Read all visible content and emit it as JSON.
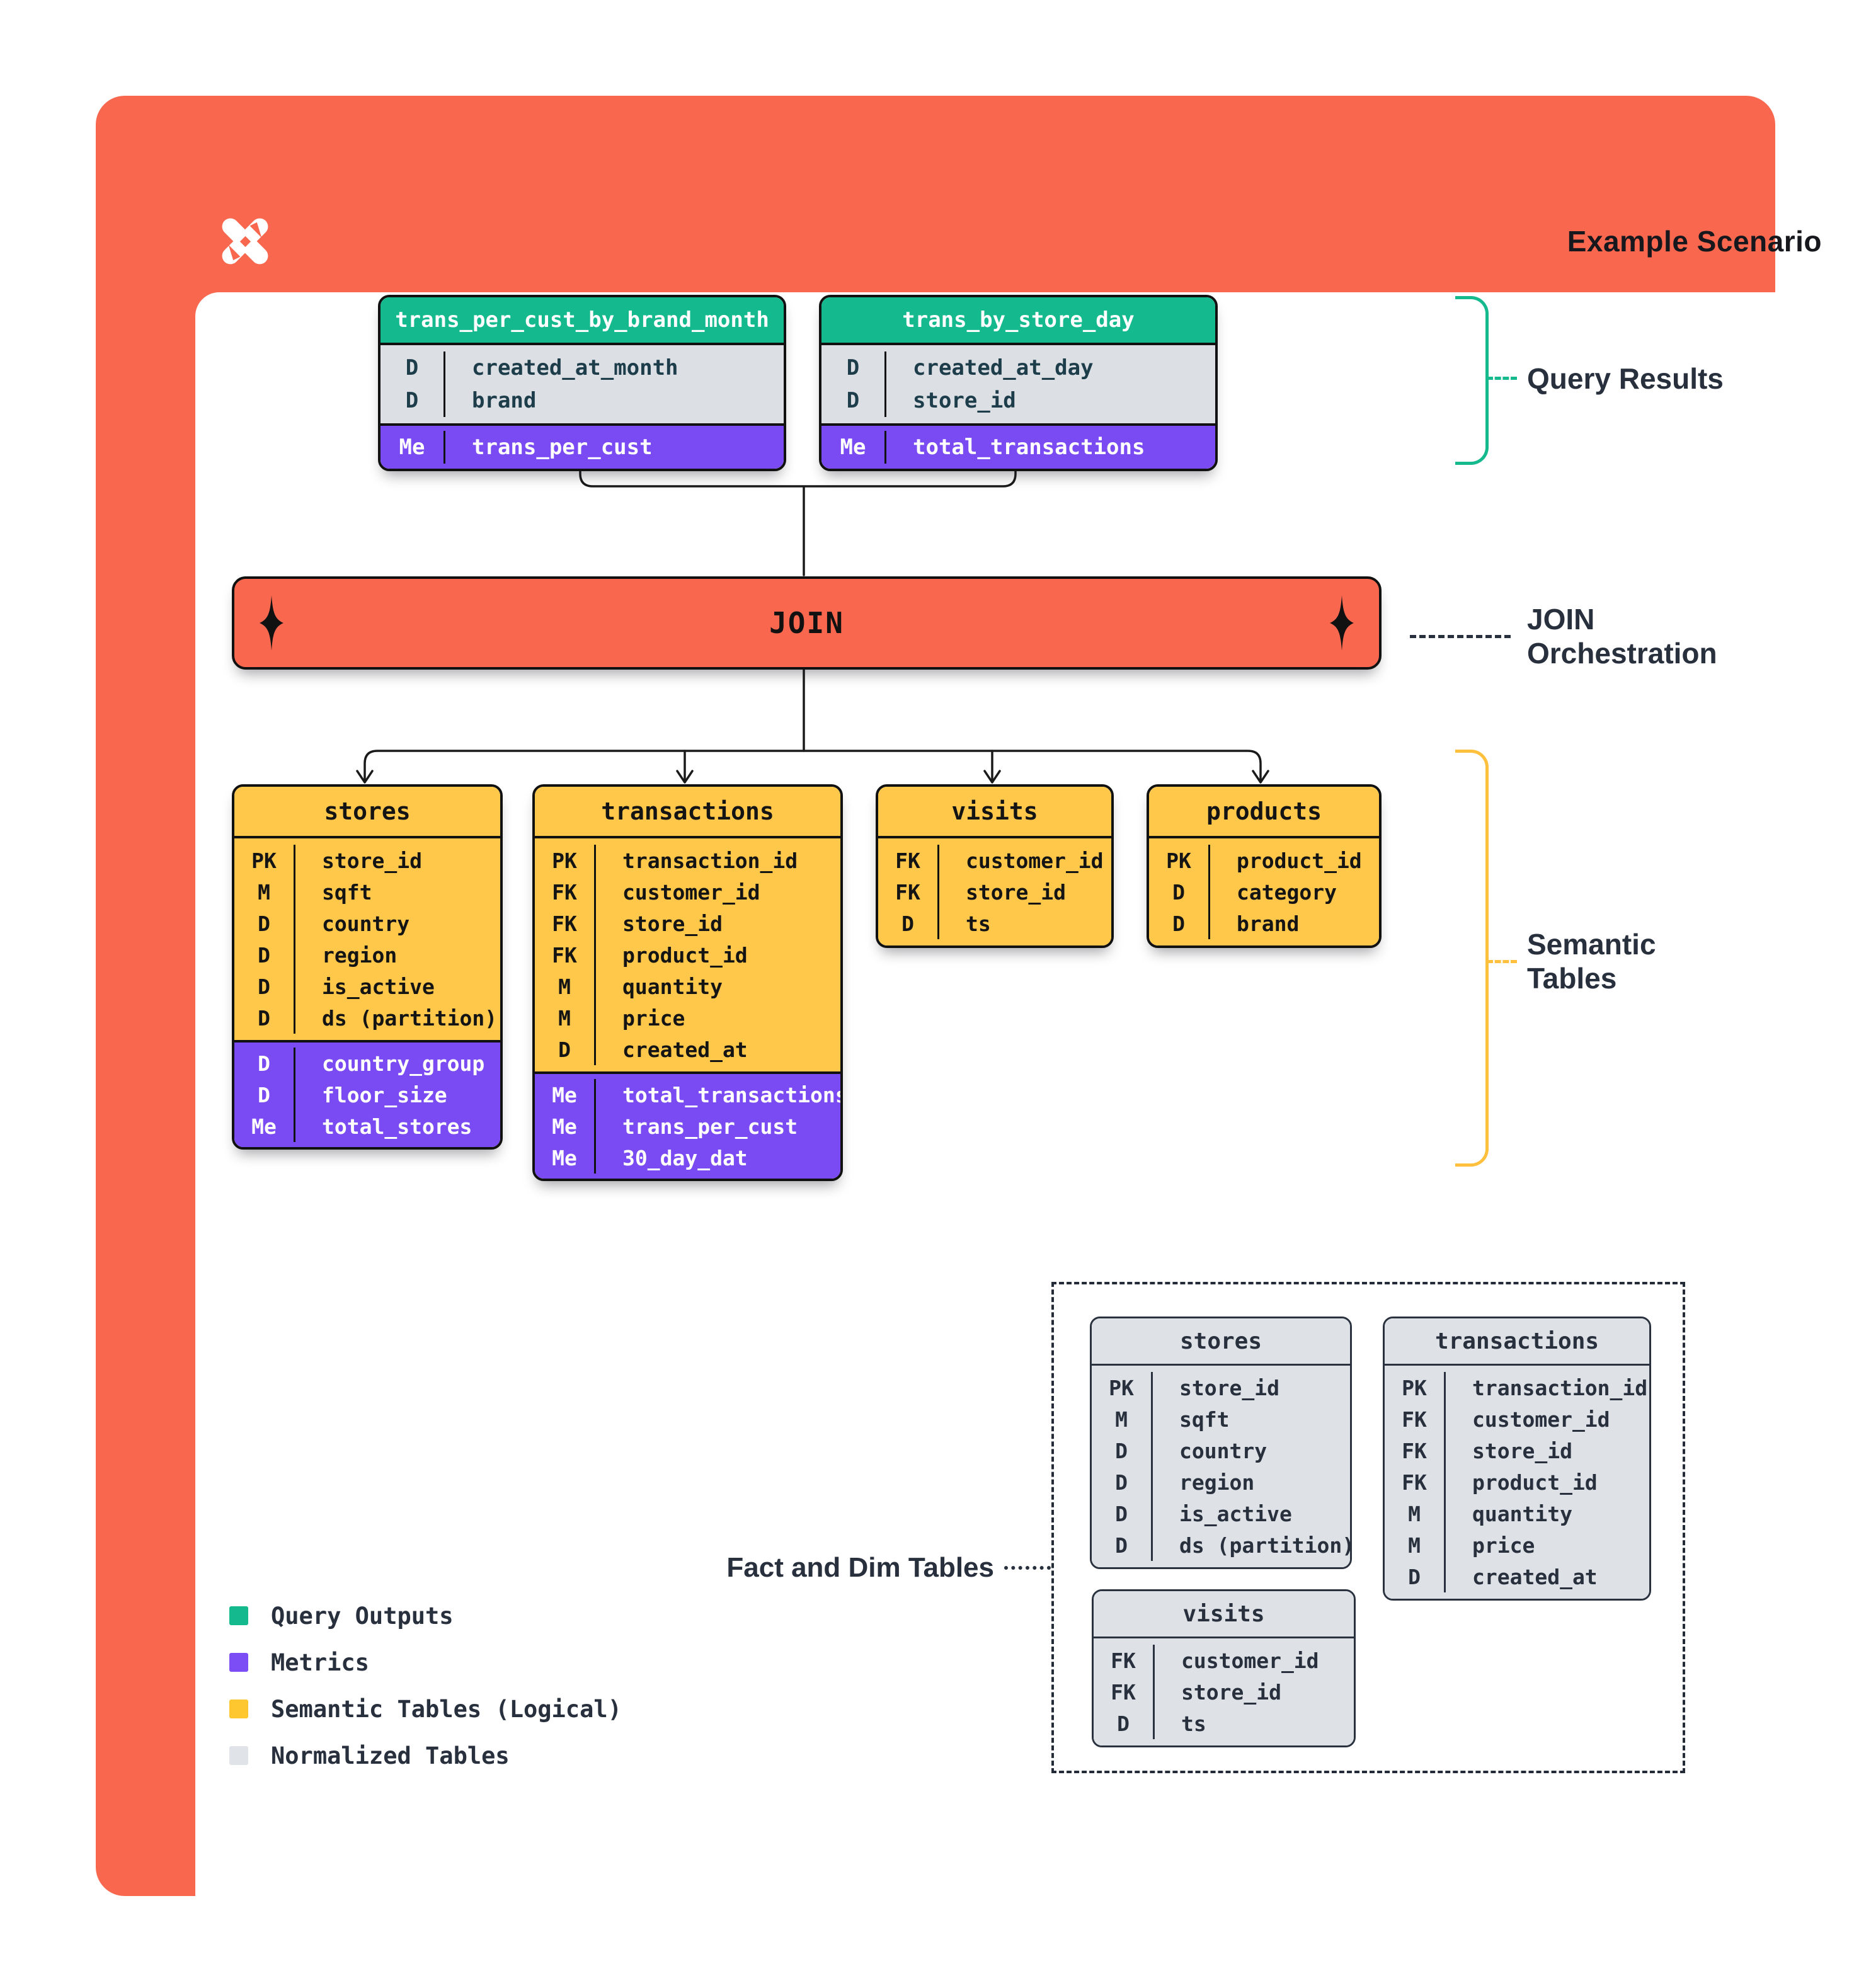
{
  "title": "Example Scenario",
  "join": {
    "label": "JOIN"
  },
  "annotations": {
    "query_results": "Query Results",
    "join_orchestration": "JOIN Orchestration",
    "semantic_tables": "Semantic Tables",
    "fact_dim": "Fact and Dim Tables"
  },
  "colors": {
    "accent_orange": "#F9684E",
    "query_output_green": "#14B98E",
    "metrics_purple": "#7A4BF2",
    "semantic_yellow": "#FFC84A",
    "normalized_gray": "#DEE2E7",
    "ink": "#28303E"
  },
  "query_tables": [
    {
      "name": "trans_per_cust_by_brand_month",
      "sections": [
        {
          "style": "dims",
          "rows": [
            [
              "D",
              "created_at_month"
            ],
            [
              "D",
              "brand"
            ]
          ]
        },
        {
          "style": "metrics",
          "rows": [
            [
              "Me",
              "trans_per_cust"
            ]
          ]
        }
      ]
    },
    {
      "name": "trans_by_store_day",
      "sections": [
        {
          "style": "dims",
          "rows": [
            [
              "D",
              "created_at_day"
            ],
            [
              "D",
              "store_id"
            ]
          ]
        },
        {
          "style": "metrics",
          "rows": [
            [
              "Me",
              "total_transactions"
            ]
          ]
        }
      ]
    }
  ],
  "semantic_tables": [
    {
      "name": "stores",
      "sections": [
        {
          "style": "logical",
          "rows": [
            [
              "PK",
              "store_id"
            ],
            [
              "M",
              "sqft"
            ],
            [
              "D",
              "country"
            ],
            [
              "D",
              "region"
            ],
            [
              "D",
              "is_active"
            ],
            [
              "D",
              "ds (partition)"
            ]
          ]
        },
        {
          "style": "metrics",
          "rows": [
            [
              "D",
              "country_group"
            ],
            [
              "D",
              "floor_size"
            ],
            [
              "Me",
              "total_stores"
            ]
          ]
        }
      ]
    },
    {
      "name": "transactions",
      "sections": [
        {
          "style": "logical",
          "rows": [
            [
              "PK",
              "transaction_id"
            ],
            [
              "FK",
              "customer_id"
            ],
            [
              "FK",
              "store_id"
            ],
            [
              "FK",
              "product_id"
            ],
            [
              "M",
              "quantity"
            ],
            [
              "M",
              "price"
            ],
            [
              "D",
              "created_at"
            ]
          ]
        },
        {
          "style": "metrics",
          "rows": [
            [
              "Me",
              "total_transactions"
            ],
            [
              "Me",
              "trans_per_cust"
            ],
            [
              "Me",
              "30_day_dat"
            ]
          ]
        }
      ]
    },
    {
      "name": "visits",
      "sections": [
        {
          "style": "logical",
          "rows": [
            [
              "FK",
              "customer_id"
            ],
            [
              "FK",
              "store_id"
            ],
            [
              "D",
              "ts"
            ]
          ]
        }
      ]
    },
    {
      "name": "products",
      "sections": [
        {
          "style": "logical",
          "rows": [
            [
              "PK",
              "product_id"
            ],
            [
              "D",
              "category"
            ],
            [
              "D",
              "brand"
            ]
          ]
        }
      ]
    }
  ],
  "normalized_tables": [
    {
      "name": "stores",
      "sections": [
        {
          "style": "normalized",
          "rows": [
            [
              "PK",
              "store_id"
            ],
            [
              "M",
              "sqft"
            ],
            [
              "D",
              "country"
            ],
            [
              "D",
              "region"
            ],
            [
              "D",
              "is_active"
            ],
            [
              "D",
              "ds (partition)"
            ]
          ]
        }
      ]
    },
    {
      "name": "transactions",
      "sections": [
        {
          "style": "normalized",
          "rows": [
            [
              "PK",
              "transaction_id"
            ],
            [
              "FK",
              "customer_id"
            ],
            [
              "FK",
              "store_id"
            ],
            [
              "FK",
              "product_id"
            ],
            [
              "M",
              "quantity"
            ],
            [
              "M",
              "price"
            ],
            [
              "D",
              "created_at"
            ]
          ]
        }
      ]
    },
    {
      "name": "visits",
      "sections": [
        {
          "style": "normalized",
          "rows": [
            [
              "FK",
              "customer_id"
            ],
            [
              "FK",
              "store_id"
            ],
            [
              "D",
              "ts"
            ]
          ]
        }
      ]
    }
  ],
  "legend": [
    {
      "color": "#14B98E",
      "label": "Query Outputs"
    },
    {
      "color": "#7C4CF5",
      "label": "Metrics"
    },
    {
      "color": "#FFC72F",
      "label": "Semantic Tables (Logical)"
    },
    {
      "color": "#E0E3E8",
      "label": "Normalized Tables"
    }
  ]
}
